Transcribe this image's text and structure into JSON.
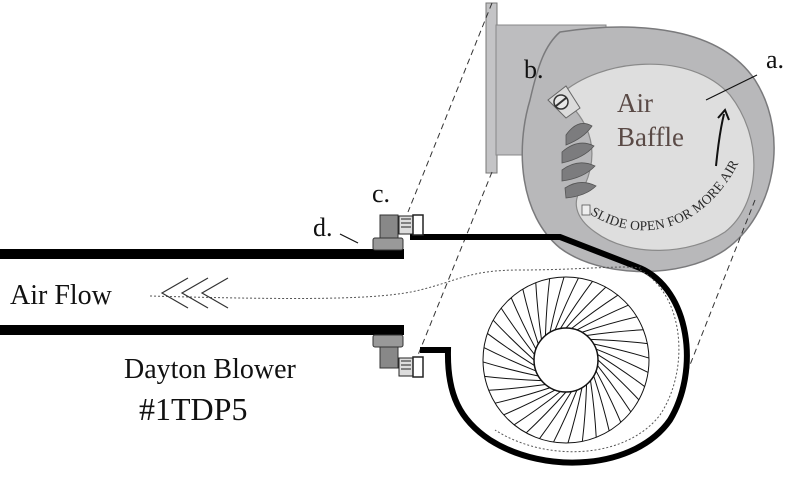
{
  "labels": {
    "a": "a.",
    "b": "b.",
    "c": "c.",
    "d": "d."
  },
  "air_flow": "Air Flow",
  "air_flow_arrows": "<<<",
  "baffle": {
    "line1": "Air",
    "line2": "Baffle",
    "arc_text": "SLIDE OPEN FOR MORE AIR"
  },
  "blower": {
    "name": "Dayton Blower",
    "model": "#1TDP5"
  },
  "colors": {
    "housing": "#b9b9bb",
    "housing_dark": "#8e8e90",
    "baffle_face": "#dedede",
    "baffle_text": "#5a4a46",
    "outline": "#000000"
  }
}
